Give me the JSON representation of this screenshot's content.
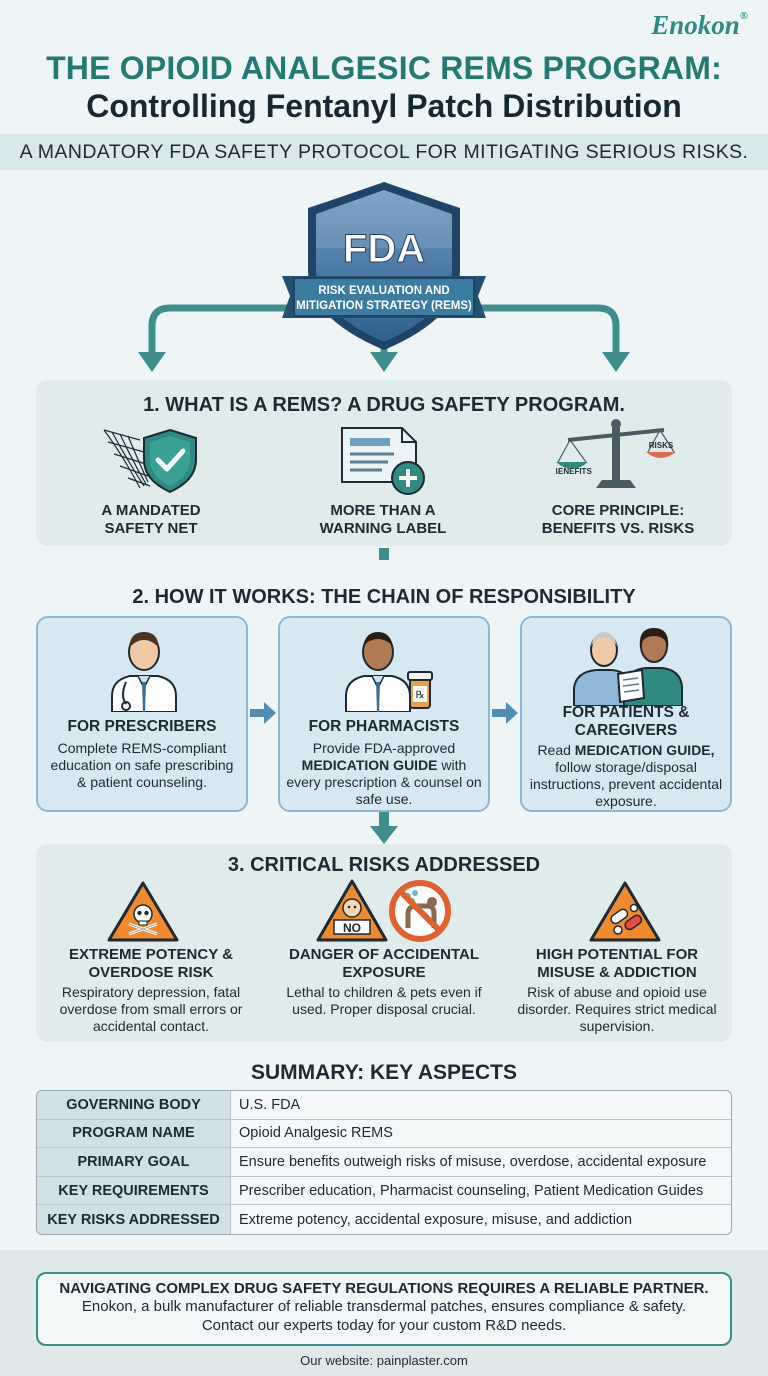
{
  "brand": {
    "name": "Enokon",
    "mark": "®"
  },
  "header": {
    "title_line1": "THE OPIOID ANALGESIC REMS PROGRAM:",
    "title_line2": "Controlling Fentanyl Patch Distribution",
    "subtitle": "A MANDATORY FDA SAFETY PROTOCOL FOR MITIGATING SERIOUS RISKS."
  },
  "shield": {
    "logo": "FDA",
    "banner_line1": "RISK EVALUATION AND",
    "banner_line2": "MITIGATION STRATEGY (REMS)"
  },
  "section1": {
    "title": "1. WHAT IS A REMS? A DRUG SAFETY PROGRAM.",
    "items": [
      {
        "icon": "safety-net-shield-icon",
        "line1": "A MANDATED",
        "line2": "SAFETY NET"
      },
      {
        "icon": "document-plus-icon",
        "line1": "MORE THAN A",
        "line2": "WARNING LABEL"
      },
      {
        "icon": "balance-scale-icon",
        "line1": "CORE PRINCIPLE:",
        "line2": "BENEFITS VS. RISKS"
      }
    ],
    "scale_left": "BENEFITS",
    "scale_right": "RISKS"
  },
  "section2": {
    "title": "2. HOW IT WORKS: THE CHAIN OF RESPONSIBILITY",
    "cards": [
      {
        "icon": "doctor-icon",
        "title": "FOR PRESCRIBERS",
        "body": "Complete REMS-compliant education on safe prescribing & patient counseling."
      },
      {
        "icon": "pharmacist-icon",
        "title": "FOR PHARMACISTS",
        "body_pre": "Provide FDA-approved ",
        "body_bold": "MEDICATION GUIDE",
        "body_post": " with every prescription & counsel on safe use.",
        "rx": "℞"
      },
      {
        "icon": "patient-caregiver-icon",
        "title_line1": "FOR PATIENTS &",
        "title_line2": "CAREGIVERS",
        "body_pre": "Read ",
        "body_bold": "MEDICATION GUIDE,",
        "body_post": " follow storage/disposal instructions, prevent accidental exposure."
      }
    ]
  },
  "section3": {
    "title": "3. CRITICAL RISKS ADDRESSED",
    "no_label": "NO",
    "items": [
      {
        "icon": "skull-warning-icon",
        "title_line1": "EXTREME POTENCY &",
        "title_line2": "OVERDOSE RISK",
        "body": "Respiratory depression, fatal overdose from small errors or accidental contact."
      },
      {
        "icon": "child-pet-warning-icon",
        "title_line1": "DANGER OF ACCIDENTAL",
        "title_line2": "EXPOSURE",
        "body": "Lethal to children & pets even if used. Proper disposal crucial."
      },
      {
        "icon": "pills-warning-icon",
        "title_line1": "HIGH POTENTIAL FOR",
        "title_line2": "MISUSE & ADDICTION",
        "body": "Risk of abuse and opioid use disorder. Requires strict medical supervision."
      }
    ]
  },
  "summary": {
    "title": "SUMMARY: KEY ASPECTS",
    "rows": [
      {
        "key": "GOVERNING BODY",
        "value": "U.S. FDA"
      },
      {
        "key": "PROGRAM NAME",
        "value": "Opioid Analgesic REMS"
      },
      {
        "key": "PRIMARY GOAL",
        "value": "Ensure benefits outweigh risks of misuse, overdose, accidental exposure"
      },
      {
        "key": "KEY REQUIREMENTS",
        "value": "Prescriber education, Pharmacist counseling, Patient Medication Guides"
      },
      {
        "key": "KEY RISKS ADDRESSED",
        "value": "Extreme potency, accidental exposure, misuse, and addiction"
      }
    ]
  },
  "footer": {
    "line1": "NAVIGATING COMPLEX DRUG SAFETY REGULATIONS REQUIRES A RELIABLE PARTNER.",
    "line2": "Enokon, a bulk manufacturer of reliable transdermal patches, ensures compliance & safety.",
    "line3": "Contact our experts today for your custom R&D needs.",
    "website": "Our website: painplaster.com"
  },
  "colors": {
    "teal": "#2e8a82",
    "dark": "#1d2a33",
    "warning_orange": "#f08a2c",
    "card_blue": "#d6e8f2",
    "section_bg": "#e0ecec"
  }
}
